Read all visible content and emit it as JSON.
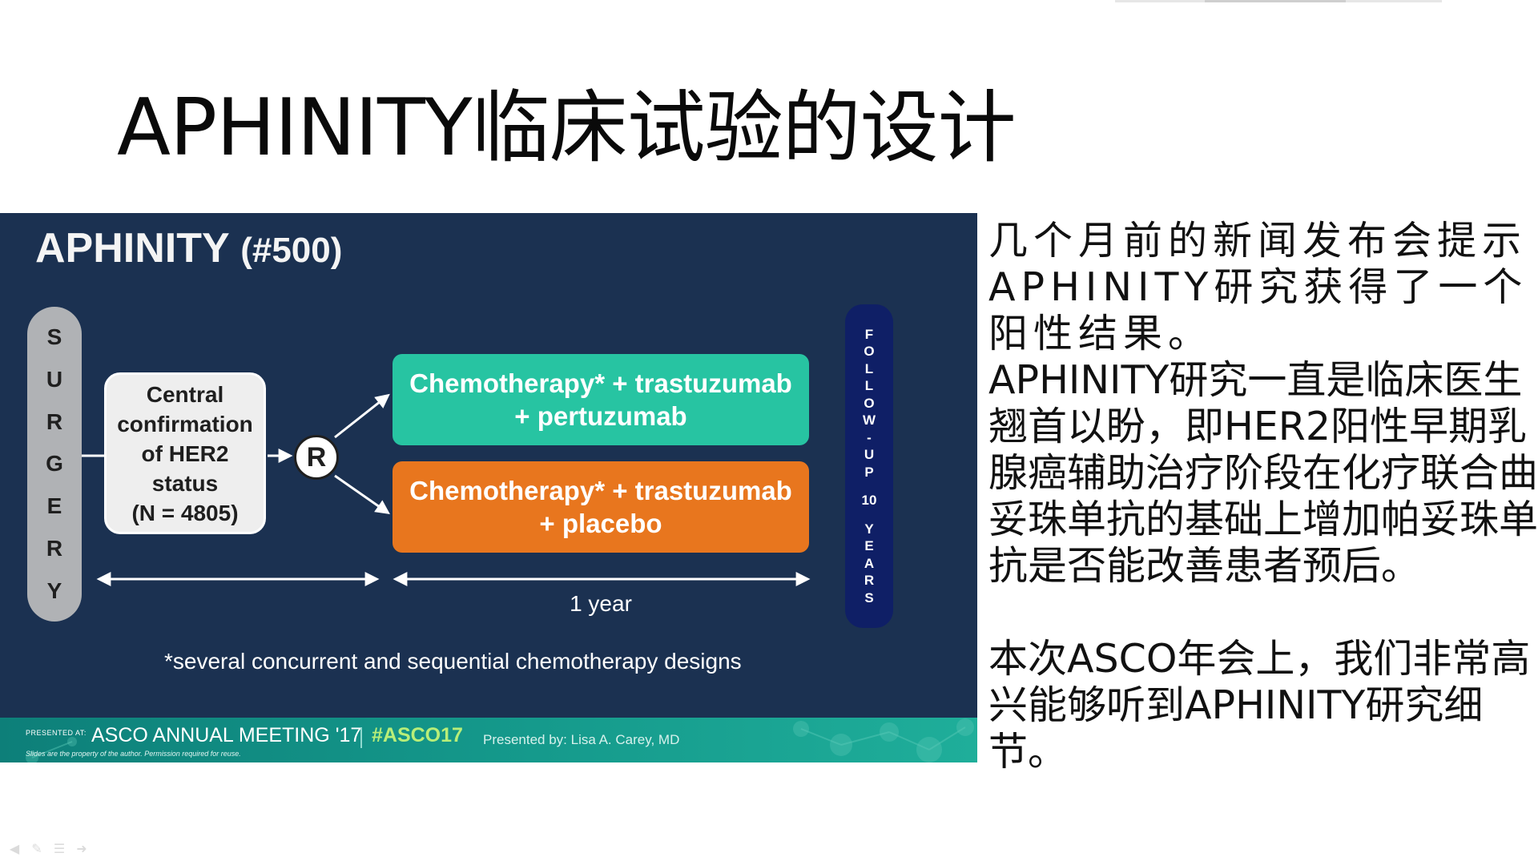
{
  "slide": {
    "title": "APHINITY临床试验的设计"
  },
  "inner_slide": {
    "title": "APHINITY",
    "title_number": "(#500)",
    "surgery_letters": [
      "S",
      "U",
      "R",
      "G",
      "E",
      "R",
      "Y"
    ],
    "confirmation_box": "Central\nconfirmation\nof HER2\nstatus\n(N = 4805)",
    "randomization": "R",
    "arms": [
      {
        "label": "Chemotherapy* + trastuzumab\n+ pertuzumab",
        "color": "#27c4a2"
      },
      {
        "label": "Chemotherapy* + trastuzumab\n+ placebo",
        "color": "#e8761e"
      }
    ],
    "duration_label": "1 year",
    "follow_up_letters": [
      "F",
      "O",
      "L",
      "L",
      "O",
      "W",
      "-",
      "U",
      "P"
    ],
    "follow_up_number": "10",
    "follow_up_unit_letters": [
      "Y",
      "E",
      "A",
      "R",
      "S"
    ],
    "footnote": "*several concurrent and sequential chemotherapy designs",
    "banner": {
      "presented_at": "PRESENTED AT:",
      "meeting": "ASCO ANNUAL MEETING '17",
      "hashtag": "#ASCO17",
      "presenter": "Presented by: Lisa A. Carey, MD",
      "disclaimer": "Slides are the property of the author. Permission required for reuse."
    },
    "colors": {
      "background": "#1b3151",
      "arm_pertuzumab": "#27c4a2",
      "arm_placebo": "#e8761e",
      "follow_up_bar": "#0f1f66",
      "surgery_bar": "#b0b2b5",
      "banner": "#159a8c",
      "hashtag": "#b8ee78"
    }
  },
  "commentary": {
    "paragraphs": [
      "几个月前的新闻发布会提示APHINITY研究获得了一个阳性结果。",
      "APHINITY研究一直是临床医生翘首以盼，即HER2阳性早期乳腺癌辅助治疗阶段在化疗联合曲妥珠单抗的基础上增加帕妥珠单抗是否能改善患者预后。",
      "本次ASCO年会上，我们非常高兴能够听到APHINITY研究细节。"
    ]
  },
  "navigation": {
    "icons": [
      "prev-arrow-icon",
      "pen-icon",
      "menu-icon",
      "next-arrow-icon"
    ]
  }
}
